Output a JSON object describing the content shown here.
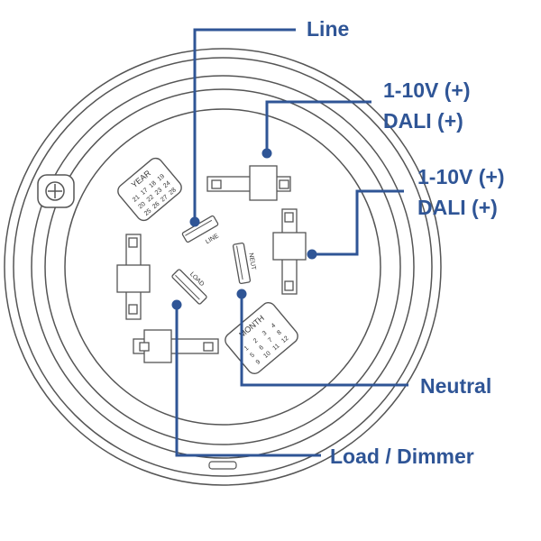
{
  "colors": {
    "leader": "#2f5596",
    "callout_text": "#2f5596",
    "drawing_line": "#555555",
    "background": "#ffffff"
  },
  "callouts": {
    "line": "Line",
    "dim_plus_top": "1-10V (+)",
    "dali_plus_top": "DALI (+)",
    "dim_plus_right": "1-10V (+)",
    "dali_plus_right": "DALI (+)",
    "neutral": "Neutral",
    "load": "Load / Dimmer"
  },
  "part_labels": {
    "line": "LINE",
    "load": "LOAD",
    "neut": "NEUT",
    "year": "YEAR",
    "month": "MONTH"
  },
  "year_dial": [
    "21",
    "17",
    "18",
    "19",
    "20",
    "22",
    "23",
    "24",
    "25",
    "26",
    "27",
    "28"
  ],
  "month_dial": [
    "1",
    "2",
    "3",
    "4",
    "5",
    "6",
    "7",
    "8",
    "9",
    "10",
    "11",
    "12"
  ]
}
